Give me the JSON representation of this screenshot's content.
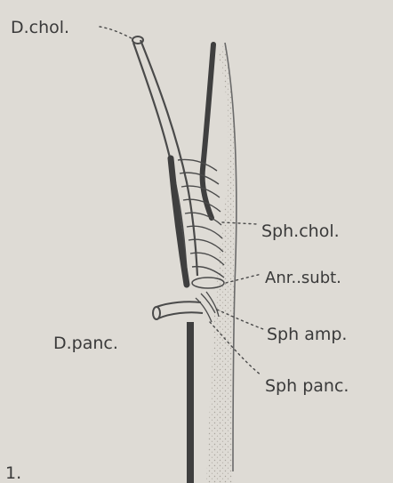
{
  "labels": {
    "ductus_choledochus": "D.chol.",
    "ductus_pancreaticus": "D.panc.",
    "sphincter_choledochus": "Sph.chol.",
    "annulus_subterminalis": "Anr..subt.",
    "sphincter_ampullae": "Sph amp.",
    "sphincter_pancreaticus": "Sph panc.",
    "figure_fragment": "1."
  },
  "colors": {
    "paper": "#dedbd5",
    "ink": "#3a3a3a",
    "wall": "#4a4a4a",
    "stipple": "#a8a49c"
  }
}
